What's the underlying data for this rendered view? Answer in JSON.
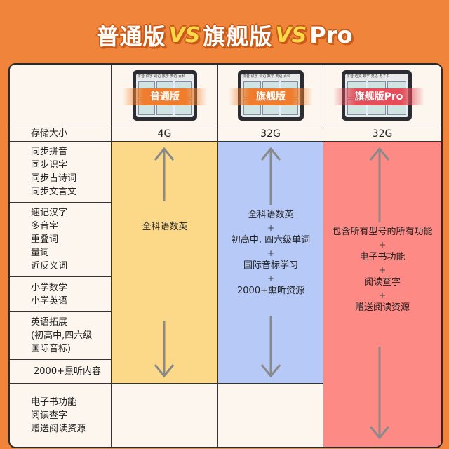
{
  "header": {
    "t1": "普通版",
    "vs1": "VS",
    "t2": "旗舰版",
    "vs2": "VS",
    "t3": "Pro"
  },
  "columns": {
    "standard": {
      "name": "普通版",
      "storage": "4G"
    },
    "flagship": {
      "name": "旗舰版",
      "storage": "32G"
    },
    "pro": {
      "name": "旗舰版Pro",
      "storage": "32G"
    }
  },
  "row_storage_label": "存储大小",
  "feature_groups": [
    {
      "lines": [
        "同步拼音",
        "同步识字",
        "同步古诗词",
        "同步文言文"
      ]
    },
    {
      "lines": [
        "速记汉字",
        "多音字",
        "重叠词",
        "量词",
        "近反义词"
      ]
    },
    {
      "lines": [
        "小学数学",
        "小学英语"
      ]
    },
    {
      "lines": [
        "英语拓展",
        "(初高中,四六级",
        "国际音标)"
      ]
    },
    {
      "lines": [
        "2000+熏听内容"
      ]
    },
    {
      "lines": [
        "电子书功能",
        "阅读查字",
        "赠送阅读资源"
      ]
    }
  ],
  "standard_summary": "全科语数英",
  "flagship_summary": [
    "全科语数英",
    "+",
    "初高中, 四六级单词",
    "+",
    "国际音标学习",
    "+",
    "2000+熏听资源"
  ],
  "pro_summary": [
    "包含所有型号的所有功能",
    "+",
    "电子书功能",
    "+",
    "阅读查字",
    "+",
    "赠送阅读资源"
  ],
  "device_screens": {
    "standard": {
      "topbar": "拼音 识字 词语 数学 英语 百科"
    },
    "flagship": {
      "topbar": "拼音 识字 词语 数学 英语 百科"
    },
    "pro": {
      "topbar": "拼音 语文 数学 英语 电子书"
    }
  },
  "colors": {
    "background": "#f0843a",
    "standard": "#fbd989",
    "flagship": "#b7c9f7",
    "pro": "#fd8a85",
    "arrow": "#8a8a8a"
  }
}
